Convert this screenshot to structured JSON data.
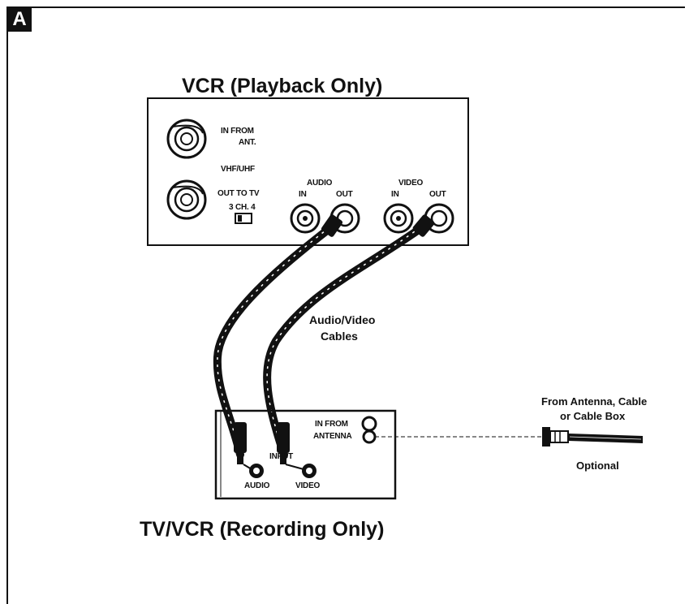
{
  "panel_label": "A",
  "vcr": {
    "title": "VCR (Playback Only)",
    "in_from_ant_line1": "IN FROM",
    "in_from_ant_line2": "ANT.",
    "vhf_uhf": "VHF/UHF",
    "out_to_tv": "OUT TO TV",
    "ch_switch": "3 CH. 4",
    "audio_label": "AUDIO",
    "video_label": "VIDEO",
    "audio_in": "IN",
    "audio_out": "OUT",
    "video_in": "IN",
    "video_out": "OUT"
  },
  "cables_label_line1": "Audio/Video",
  "cables_label_line2": "Cables",
  "tvvcr": {
    "title": "TV/VCR (Recording Only)",
    "in_from_antenna_line1": "IN FROM",
    "in_from_antenna_line2": "ANTENNA",
    "input": "INPUT",
    "audio": "AUDIO",
    "video": "VIDEO"
  },
  "antenna": {
    "line1": "From Antenna, Cable",
    "line2": "or Cable Box",
    "optional": "Optional"
  }
}
